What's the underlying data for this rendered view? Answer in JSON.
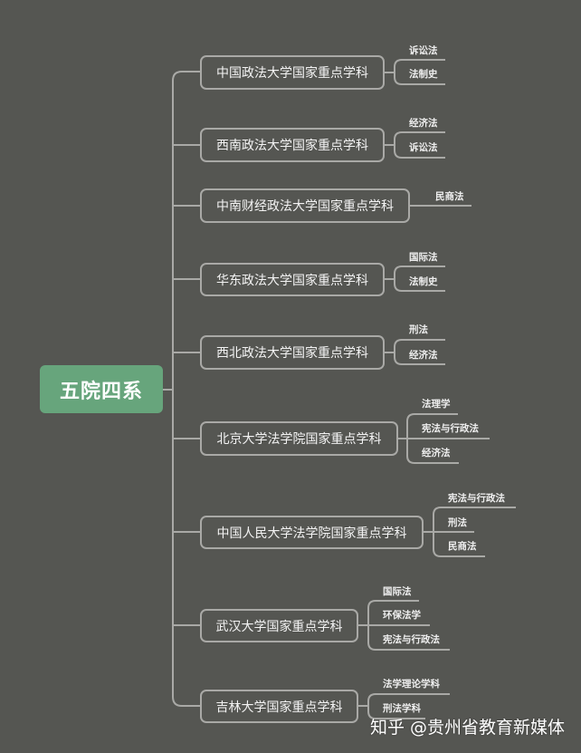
{
  "colors": {
    "background": "#555652",
    "line": "#a9a9a6",
    "root_fill": "#67a57c",
    "text": "#f3f3f3"
  },
  "root": {
    "label": "五院四系"
  },
  "branches": [
    {
      "label": "中国政法大学国家重点学科",
      "leaves": [
        "诉讼法",
        "法制史"
      ]
    },
    {
      "label": "西南政法大学国家重点学科",
      "leaves": [
        "经济法",
        "诉讼法"
      ]
    },
    {
      "label": "中南财经政法大学国家重点学科",
      "leaves": [
        "民商法"
      ]
    },
    {
      "label": "华东政法大学国家重点学科",
      "leaves": [
        "国际法",
        "法制史"
      ]
    },
    {
      "label": "西北政法大学国家重点学科",
      "leaves": [
        "刑法",
        "经济法"
      ]
    },
    {
      "label": "北京大学法学院国家重点学科",
      "leaves": [
        "法理学",
        "宪法与行政法",
        "经济法"
      ]
    },
    {
      "label": "中国人民大学法学院国家重点学科",
      "leaves": [
        "宪法与行政法",
        "刑法",
        "民商法"
      ]
    },
    {
      "label": "武汉大学国家重点学科",
      "leaves": [
        "国际法",
        "环保法学",
        "宪法与行政法"
      ]
    },
    {
      "label": "吉林大学国家重点学科",
      "leaves": [
        "法学理论学科",
        "刑法学科"
      ]
    }
  ],
  "watermark": {
    "text": "知乎 @贵州省教育新媒体"
  }
}
